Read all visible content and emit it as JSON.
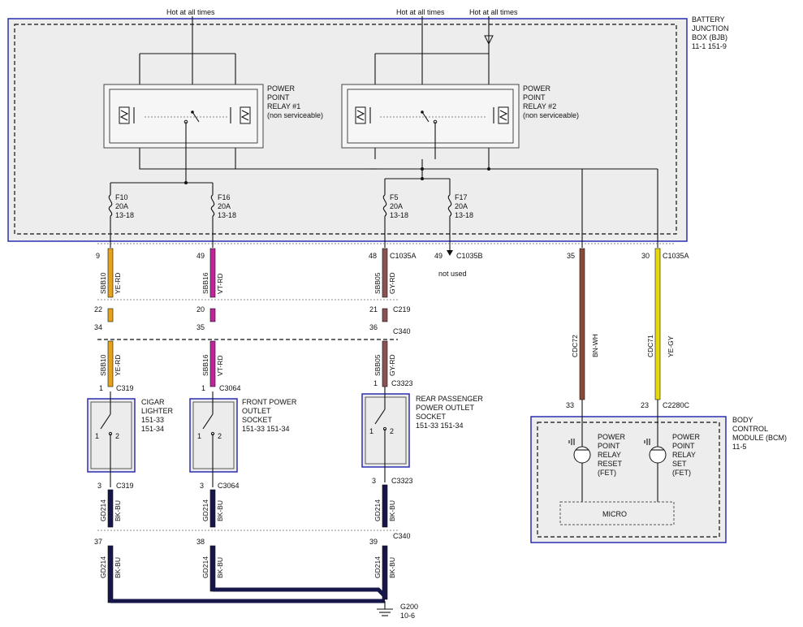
{
  "hot_labels": [
    "Hot at all times",
    "Hot at all times",
    "Hot at all times"
  ],
  "bjb": {
    "line1": "BATTERY",
    "line2": "JUNCTION",
    "line3": "BOX (BJB)",
    "line4": "11-1   151-9"
  },
  "relay1": {
    "line1": "POWER",
    "line2": "POINT",
    "line3": "RELAY #1",
    "line4": "(non serviceable)"
  },
  "relay2": {
    "line1": "POWER",
    "line2": "POINT",
    "line3": "RELAY #2",
    "line4": "(non serviceable)"
  },
  "fuses": [
    {
      "name": "F10",
      "rating": "20A",
      "ref": "13-18"
    },
    {
      "name": "F16",
      "rating": "20A",
      "ref": "13-18"
    },
    {
      "name": "F5",
      "rating": "20A",
      "ref": "13-18"
    },
    {
      "name": "F17",
      "rating": "20A",
      "ref": "13-18"
    }
  ],
  "bjb_pins": {
    "c1": "9",
    "c2": "49",
    "c3": "48",
    "c3_conn": "C1035A",
    "f17_pin": "49",
    "f17_conn": "C1035B",
    "not_used": "not used",
    "bm_pin": "35",
    "yg_pin": "30",
    "yg_conn": "C1035A"
  },
  "circuits": {
    "c1_upper": [
      "SBB10",
      "YE-RD"
    ],
    "c2_upper": [
      "SBB16",
      "VT-RD"
    ],
    "c3_upper": [
      "SBB05",
      "GY-RD"
    ],
    "c1_lower": [
      "SBB10",
      "YE-RD"
    ],
    "c2_lower": [
      "SBB16",
      "VT-RD"
    ],
    "c3_lower": [
      "SBB05",
      "GY-RD"
    ],
    "bm": [
      "CDC72",
      "BN-WH"
    ],
    "yg": [
      "CDC71",
      "YE-GY"
    ],
    "g1_upper": [
      "GD214",
      "BK-BU"
    ],
    "g2_upper": [
      "GD214",
      "BK-BU"
    ],
    "g3_upper": [
      "GD214",
      "BK-BU"
    ],
    "g1_lower": [
      "GD214",
      "BK-BU"
    ],
    "g2_lower": [
      "GD214",
      "BK-BU"
    ],
    "g3_lower": [
      "GD214",
      "BK-BU"
    ]
  },
  "c219": {
    "p1": "22",
    "p2": "20",
    "p3": "21",
    "conn": "C219"
  },
  "c340": {
    "p1": "34",
    "p2": "35",
    "p3": "36",
    "conn": "C340"
  },
  "socket_top": {
    "p1": "1",
    "c1": "C319",
    "p2": "1",
    "c2": "C3064",
    "p3": "1",
    "c3": "C3323"
  },
  "sockets": [
    {
      "l1": "CIGAR",
      "l2": "LIGHTER",
      "l3": "151-33",
      "l4": "151-34"
    },
    {
      "l1": "FRONT POWER",
      "l2": "OUTLET",
      "l3": "SOCKET",
      "l4": "151-33  151-34"
    },
    {
      "l1": "REAR PASSENGER",
      "l2": "POWER OUTLET",
      "l3": "SOCKET",
      "l4": "151-33  151-34"
    }
  ],
  "socket_pins": {
    "a": "1",
    "b": "2"
  },
  "socket_bottom": {
    "p1": "3",
    "c1": "C319",
    "p2": "3",
    "c2": "C3064",
    "p3": "3",
    "c3": "C3323"
  },
  "c340b": {
    "p1": "37",
    "p2": "38",
    "p3": "39",
    "conn": "C340"
  },
  "ground": {
    "name": "G200",
    "ref": "10-6"
  },
  "bcm_pins": {
    "bm": "33",
    "yg": "23",
    "conn": "C2280C"
  },
  "bcm": {
    "line1": "BODY",
    "line2": "CONTROL",
    "line3": "MODULE (BCM)",
    "line4": "11-5"
  },
  "reset_fet": {
    "l1": "POWER",
    "l2": "POINT",
    "l3": "RELAY",
    "l4": "RESET",
    "l5": "(FET)"
  },
  "set_fet": {
    "l1": "POWER",
    "l2": "POINT",
    "l3": "RELAY",
    "l4": "SET",
    "l5": "(FET)"
  },
  "micro": "MICRO",
  "colors": {
    "ye_rd": "#E8A21A",
    "vt_rd": "#C0249B",
    "gy_rd": "#8A5252",
    "bn_wh": "#8A4A3A",
    "ye_gy": "#E6D80A",
    "bk_bu": "#16164A",
    "frame": "#2B2FB0",
    "panel": "#EDEDED"
  }
}
